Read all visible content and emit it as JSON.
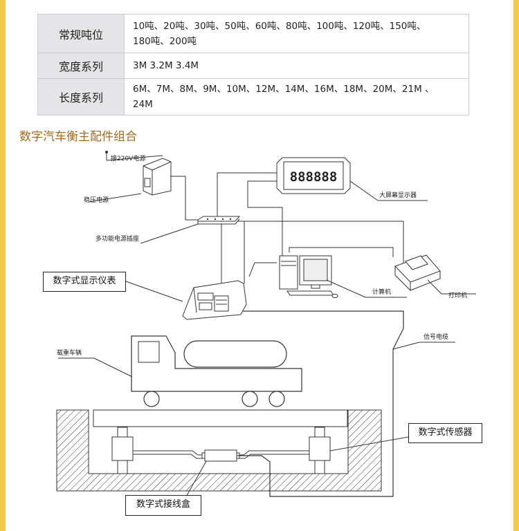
{
  "spec_table": {
    "rows": [
      {
        "label": "常规吨位",
        "value_line1": "10吨、20吨、30吨、50吨、60吨、80吨、100吨、120吨、150吨、",
        "value_line2": "180吨、200吨"
      },
      {
        "label": "宽度系列",
        "value_line1": "3M 3.2M 3.4M",
        "value_line2": ""
      },
      {
        "label": "长度系列",
        "value_line1": "6M、7M、8M、9M、10M、12M、14M、16M、18M、20M、21M 、",
        "value_line2": "24M"
      }
    ]
  },
  "section_title": "数字汽车衡主配件组合",
  "diagram": {
    "power_in": "接220V电源",
    "regulator": "稳压电源",
    "display_digits": "888888",
    "big_display": "大屏幕显示器",
    "power_strip": "多功能电源插座",
    "computer": "计算机",
    "printer": "打印机",
    "indicator": "数字式显示仪表",
    "signal_cable": "信号电缆",
    "truck": "载重车辆",
    "sensor": "数字式传感器",
    "junction_box": "数字式接线盒"
  }
}
